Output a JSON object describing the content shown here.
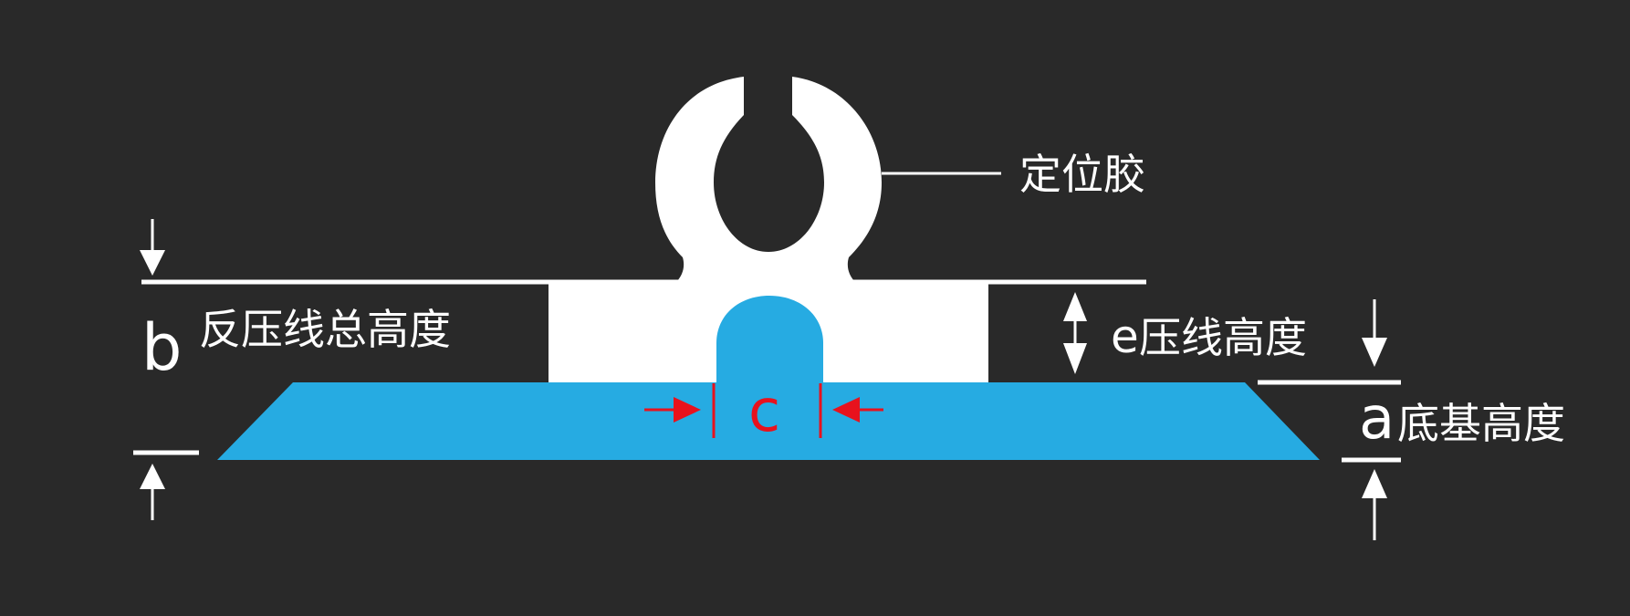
{
  "colors": {
    "background": "#292929",
    "profile": "#ffffff",
    "base": "#26abe2",
    "highlight": "#e8121d"
  },
  "labels": {
    "positioning_glue": "定位胶",
    "b_letter": "b",
    "b_text": "反压线总高度",
    "e_letter": "e",
    "e_text": "压线高度",
    "c_letter": "c",
    "a_letter": "a",
    "a_text": "底基高度"
  },
  "icons": [
    "arrow-down-icon",
    "arrow-up-icon",
    "double-arrow-icon",
    "arrow-right-icon",
    "arrow-left-icon"
  ]
}
